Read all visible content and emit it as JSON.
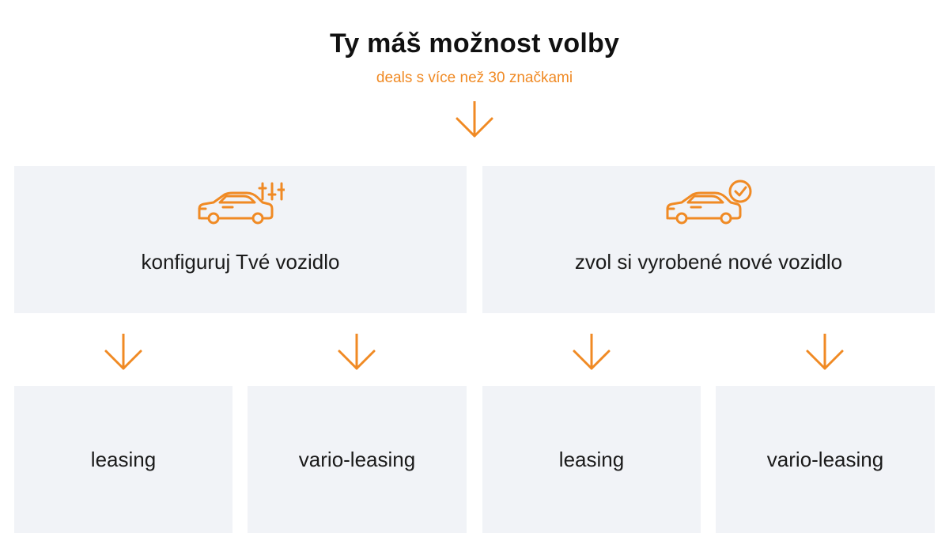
{
  "header": {
    "title": "Ty máš možnost volby",
    "subtitle": "deals s více než 30 značkami"
  },
  "colors": {
    "accent": "#f08a24",
    "box_bg": "#f1f3f7",
    "text": "#1a1a1a"
  },
  "options": [
    {
      "label": "konfiguruj Tvé vozidlo",
      "icon": "car-configure-icon",
      "children": [
        "leasing",
        "vario-leasing"
      ]
    },
    {
      "label": "zvol si vyrobené nové vozidlo",
      "icon": "car-check-icon",
      "children": [
        "leasing",
        "vario-leasing"
      ]
    }
  ]
}
